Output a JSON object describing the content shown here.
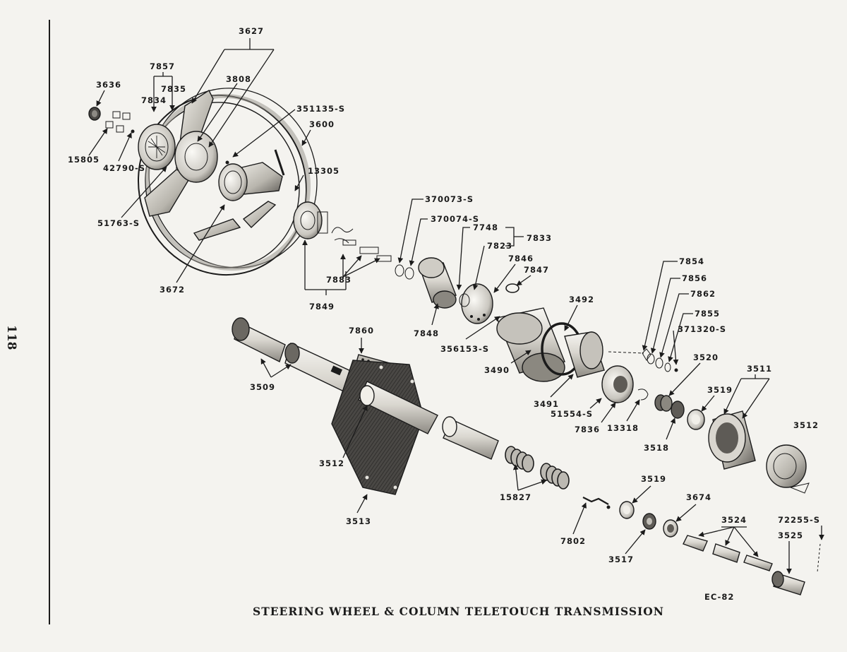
{
  "page": {
    "page_number": "118",
    "caption": "STEERING WHEEL & COLUMN TELETOUCH TRANSMISSION",
    "drawing_code": "EC-82"
  },
  "parts": [
    {
      "id": "p3627",
      "label": "3627"
    },
    {
      "id": "p7857",
      "label": "7857"
    },
    {
      "id": "p3808",
      "label": "3808"
    },
    {
      "id": "p3636",
      "label": "3636"
    },
    {
      "id": "p7835",
      "label": "7835"
    },
    {
      "id": "p7834",
      "label": "7834"
    },
    {
      "id": "p351135s",
      "label": "351135-S"
    },
    {
      "id": "p3600",
      "label": "3600"
    },
    {
      "id": "p15805",
      "label": "15805"
    },
    {
      "id": "p42790s",
      "label": "42790-S"
    },
    {
      "id": "p13305",
      "label": "13305"
    },
    {
      "id": "p51763s",
      "label": "51763-S"
    },
    {
      "id": "p3672",
      "label": "3672"
    },
    {
      "id": "p370073s",
      "label": "370073-S"
    },
    {
      "id": "p370074s",
      "label": "370074-S"
    },
    {
      "id": "p7748",
      "label": "7748"
    },
    {
      "id": "p7833",
      "label": "7833"
    },
    {
      "id": "p7823",
      "label": "7823"
    },
    {
      "id": "p7846",
      "label": "7846"
    },
    {
      "id": "p7847",
      "label": "7847"
    },
    {
      "id": "p7883",
      "label": "7883"
    },
    {
      "id": "p7849",
      "label": "7849"
    },
    {
      "id": "p7848",
      "label": "7848"
    },
    {
      "id": "p356153s",
      "label": "356153-S"
    },
    {
      "id": "p3492",
      "label": "3492"
    },
    {
      "id": "p7854",
      "label": "7854"
    },
    {
      "id": "p7856",
      "label": "7856"
    },
    {
      "id": "p7862",
      "label": "7862"
    },
    {
      "id": "p7855",
      "label": "7855"
    },
    {
      "id": "p371320s",
      "label": "371320-S"
    },
    {
      "id": "p3490",
      "label": "3490"
    },
    {
      "id": "p7860",
      "label": "7860"
    },
    {
      "id": "p3520",
      "label": "3520"
    },
    {
      "id": "p3511",
      "label": "3511"
    },
    {
      "id": "p3509",
      "label": "3509"
    },
    {
      "id": "p3491",
      "label": "3491"
    },
    {
      "id": "p3519a",
      "label": "3519"
    },
    {
      "id": "p51554s",
      "label": "51554-S"
    },
    {
      "id": "p7836",
      "label": "7836"
    },
    {
      "id": "p13318",
      "label": "13318"
    },
    {
      "id": "p3512a",
      "label": "3512"
    },
    {
      "id": "p3518",
      "label": "3518"
    },
    {
      "id": "p3512b",
      "label": "3512"
    },
    {
      "id": "p3519b",
      "label": "3519"
    },
    {
      "id": "p3674",
      "label": "3674"
    },
    {
      "id": "p15827",
      "label": "15827"
    },
    {
      "id": "p3524",
      "label": "3524"
    },
    {
      "id": "p72255s",
      "label": "72255-S"
    },
    {
      "id": "p3525",
      "label": "3525"
    },
    {
      "id": "p3513",
      "label": "3513"
    },
    {
      "id": "p7802",
      "label": "7802"
    },
    {
      "id": "p3517",
      "label": "3517"
    }
  ],
  "colors": {
    "paper": "#f4f3ef",
    "ink": "#1b1b1b",
    "metal_light": "#e6e4de",
    "metal_mid": "#b9b6ae",
    "metal_dark": "#6f6c66",
    "plate_dark": "#4a4845"
  }
}
